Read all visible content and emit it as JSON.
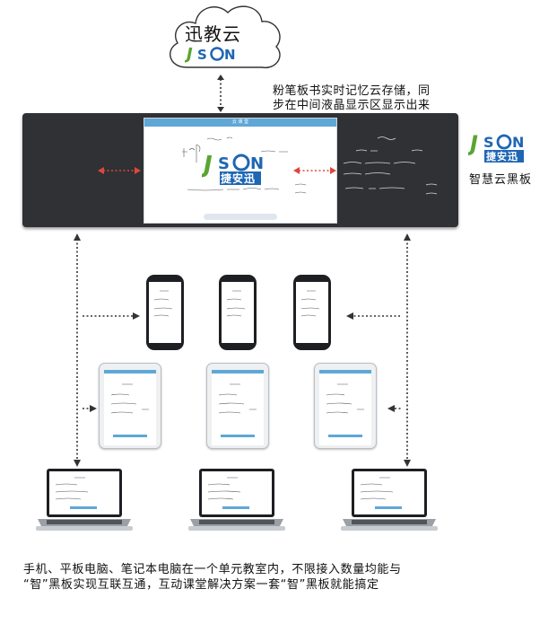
{
  "cloud": {
    "title": "迅教云",
    "logo": "JSON"
  },
  "caption_top": {
    "line1": "粉笔板书实时记忆云存储，同",
    "line2": "步在中间液晶显示区显示出来"
  },
  "board": {
    "screen_title": "云 课 堂",
    "logo_letters": "JSON",
    "logo_sub": "捷安迅",
    "right_logo_letters": "JSON",
    "right_logo_sub": "捷安迅",
    "side_label": "智慧云黑板"
  },
  "bottom_text": {
    "line1": "手机、平板电脑、笔记本电脑在一个单元教室内，不限接入数量均能与",
    "line2": "“智”黑板实现互联互通，互动课堂解决方案一套“智”黑板就能搞定"
  },
  "colors": {
    "board": "#2f3134",
    "arrow_red": "#e0463c",
    "logo_green": "#5aa532",
    "logo_blue": "#1f66b3",
    "screen_bar": "#5fa7d6"
  },
  "devices": {
    "phones": [
      "phone-1",
      "phone-2",
      "phone-3"
    ],
    "tablets": [
      "tablet-1",
      "tablet-2",
      "tablet-3"
    ],
    "laptops": [
      "laptop-1",
      "laptop-2",
      "laptop-3"
    ]
  }
}
